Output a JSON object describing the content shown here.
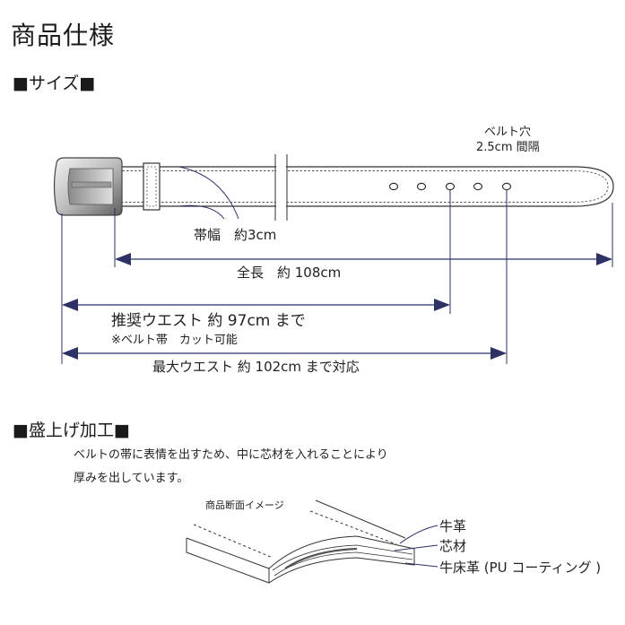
{
  "title": "商品仕様",
  "sections": {
    "size": {
      "heading": "■サイズ■",
      "belt_hole_label": [
        "ベルト穴",
        "2.5cm 間隔"
      ],
      "width_label": "帯幅　約3cm",
      "total_length_label": "全長　約 108cm",
      "recommended_waist_label": "推奨ウエスト 約 97cm まで",
      "cut_note": "※ベルト帯　カット可能",
      "max_waist_label": "最大ウエスト 約 102cm まで対応"
    },
    "finish": {
      "heading": "■盛上げ加工■",
      "description": [
        "ベルトの帯に表情を出すため、中に芯材を入れることにより",
        "厚みを出しています。"
      ],
      "cross_section_caption": "商品断面イメージ",
      "layers": [
        "牛革",
        "芯材",
        "牛床革 (PU コーティング )"
      ]
    }
  },
  "colors": {
    "arrow": "#2d3166",
    "outline": "#333333",
    "buckle_light": "#d9d9d9",
    "buckle_dark": "#6b6b6b"
  }
}
